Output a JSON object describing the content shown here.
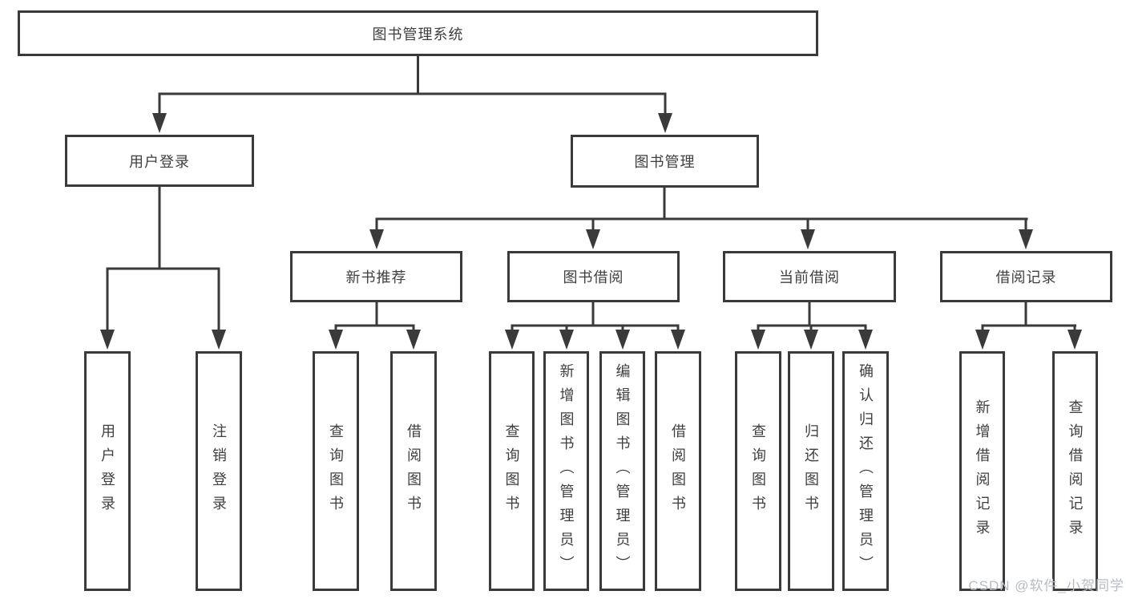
{
  "colors": {
    "line": "#3a3a3a",
    "text": "#3f3f3f",
    "box_fill": "#ffffff",
    "background": "#ffffff",
    "watermark": "#b8bcc2"
  },
  "watermark": "CSDN @软件_小贺同学",
  "diagram": {
    "root": {
      "label": "图书管理系统"
    },
    "level2": [
      {
        "label": "用户登录",
        "children": [
          {
            "label": "用户登录"
          },
          {
            "label": "注销登录"
          }
        ]
      },
      {
        "label": "图书管理",
        "children": [
          {
            "label": "新书推荐",
            "children": [
              {
                "label": "查询图书"
              },
              {
                "label": "借阅图书"
              }
            ]
          },
          {
            "label": "图书借阅",
            "children": [
              {
                "label": "查询图书"
              },
              {
                "label": "新增图书（管理员）"
              },
              {
                "label": "编辑图书（管理员）"
              },
              {
                "label": "借阅图书"
              }
            ]
          },
          {
            "label": "当前借阅",
            "children": [
              {
                "label": "查询图书"
              },
              {
                "label": "归还图书"
              },
              {
                "label": "确认归还（管理员）"
              }
            ]
          },
          {
            "label": "借阅记录",
            "children": [
              {
                "label": "新增借阅记录"
              },
              {
                "label": "查询借阅记录"
              }
            ]
          }
        ]
      }
    ]
  }
}
